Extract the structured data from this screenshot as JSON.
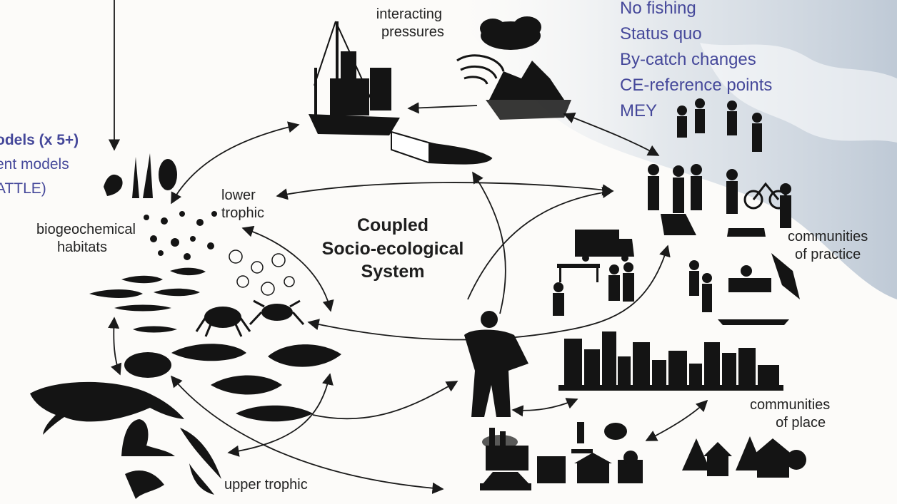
{
  "scenarios": [
    "No fishing",
    "Status quo",
    "By-catch changes",
    "CE-reference points",
    "MEY"
  ],
  "models": [
    "odels (x 5+)",
    "ent models",
    "ATTLE)"
  ],
  "labels": {
    "interacting_pressures": [
      "interacting",
      "pressures"
    ],
    "lower_trophic": [
      "lower",
      "trophic"
    ],
    "biogeochemical_habitats": [
      "biogeochemical",
      "habitats"
    ],
    "center": [
      "Coupled",
      "Socio-ecological",
      "System"
    ],
    "communities_practice": [
      "communities",
      "of practice"
    ],
    "communities_place": [
      "communities",
      "of place"
    ],
    "upper_trophic": "upper trophic"
  },
  "colors": {
    "scenario_text": "#45489a",
    "silhouette": "#141414",
    "arrow": "#1a1a1a",
    "map_tint": "#c7d1dc"
  }
}
